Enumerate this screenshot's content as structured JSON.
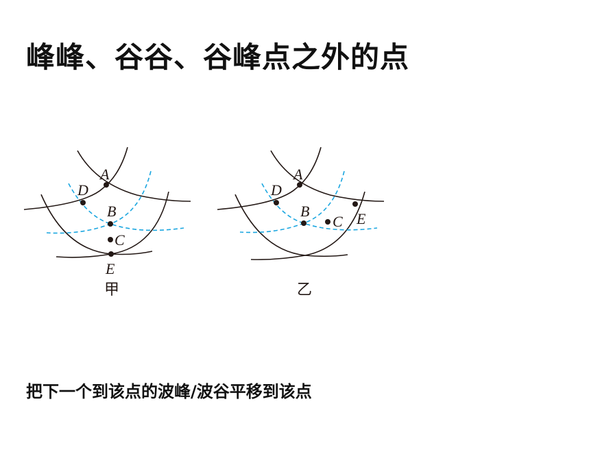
{
  "title": "峰峰、谷谷、谷峰点之外的点",
  "caption": "把下一个到该点的波峰/波谷平移到该点",
  "diagrams": [
    {
      "label": "甲",
      "points": [
        "A",
        "D",
        "B",
        "C",
        "E"
      ]
    },
    {
      "label": "乙",
      "points": [
        "A",
        "D",
        "B",
        "C",
        "E"
      ]
    }
  ],
  "colors": {
    "crest_line": "#231815",
    "trough_line": "#1aa6e0"
  }
}
